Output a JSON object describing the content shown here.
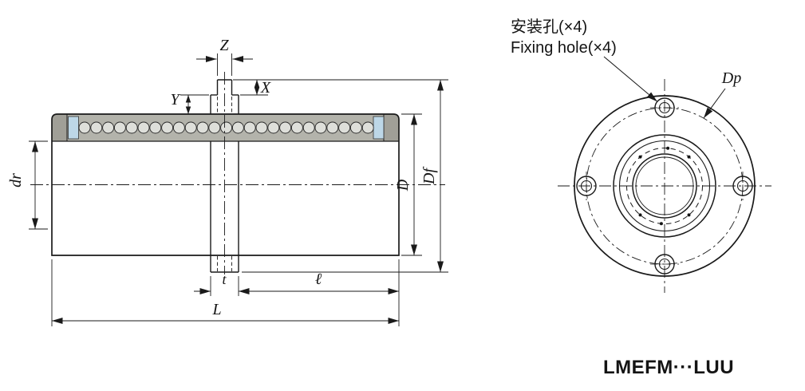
{
  "title": "LMEFM···LUU",
  "side_view": {
    "dims": {
      "z": "Z",
      "y": "Y",
      "x": "X",
      "dr": "dr",
      "d": "D",
      "df": "Df",
      "t": "t",
      "ell": "ℓ",
      "l": "L"
    }
  },
  "end_view": {
    "fixing_hole_cn": "安装孔(×4)",
    "fixing_hole_en": "Fixing hole(×4)",
    "dp": "Dp"
  },
  "colors": {
    "line": "#1a1a1a",
    "band_fill": "#b3b3ab",
    "cap_fill": "#a09f97",
    "seal_fill": "#bdd7e7",
    "ball_fill": "#dedfda"
  }
}
